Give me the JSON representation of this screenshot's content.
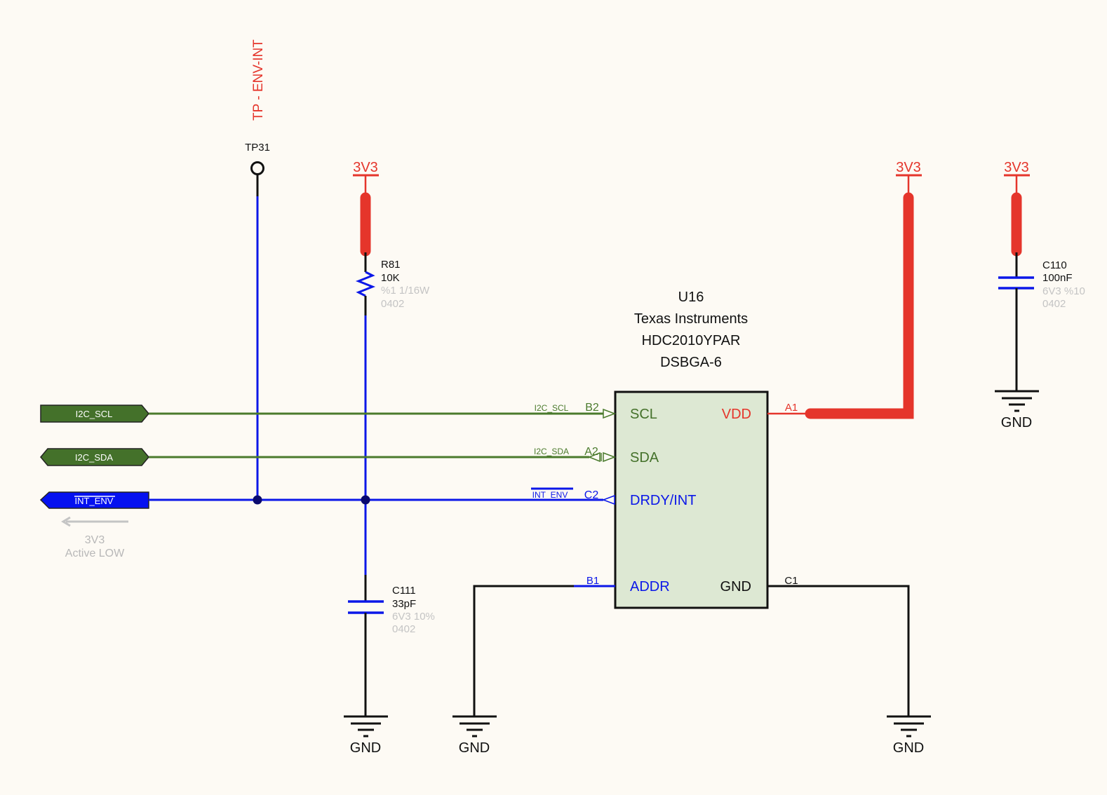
{
  "colors": {
    "background": "#fdfaf4",
    "power": "#e5352b",
    "wire_blue": "#0b17e8",
    "wire_green": "#4a7a2c",
    "port_green": "#44712a",
    "port_blue": "#0511f0",
    "junction": "#0a0a6e",
    "ic_fill": "#dde8d3",
    "black": "#111111",
    "grey_text": "#c4c4c4"
  },
  "testpoint": {
    "designator": "TP31",
    "net_label": "TP - ENV-INT"
  },
  "power_ports": [
    {
      "label": "3V3"
    },
    {
      "label": "3V3"
    },
    {
      "label": "3V3"
    }
  ],
  "ground_label": "GND",
  "r81": {
    "designator": "R81",
    "value": "10K",
    "spec": "%1 1/16W",
    "package": "0402"
  },
  "c111": {
    "designator": "C111",
    "value": "33pF",
    "spec": "6V3 10%",
    "package": "0402"
  },
  "c110": {
    "designator": "C110",
    "value": "100nF",
    "spec": "6V3 %10",
    "package": "0402"
  },
  "u16": {
    "designator": "U16",
    "manufacturer": "Texas Instruments",
    "part_number": "HDC2010YPAR",
    "package": "DSBGA-6",
    "pins": {
      "scl": {
        "name": "SCL",
        "number": "B2",
        "net": "I2C_SCL"
      },
      "sda": {
        "name": "SDA",
        "number": "A2",
        "net": "I2C_SDA"
      },
      "int": {
        "name": "DRDY/INT",
        "number": "C2",
        "net": "INT_ENV"
      },
      "addr": {
        "name": "ADDR",
        "number": "B1"
      },
      "vdd": {
        "name": "VDD",
        "number": "A1"
      },
      "gnd": {
        "name": "GND",
        "number": "C1"
      }
    }
  },
  "ports": [
    {
      "label": "I2C_SCL",
      "direction": "output"
    },
    {
      "label": "I2C_SDA",
      "direction": "bidirectional"
    },
    {
      "label": "INT_ENV",
      "direction": "input"
    }
  ],
  "annotation": {
    "line1": "3V3",
    "line2": "Active LOW"
  }
}
